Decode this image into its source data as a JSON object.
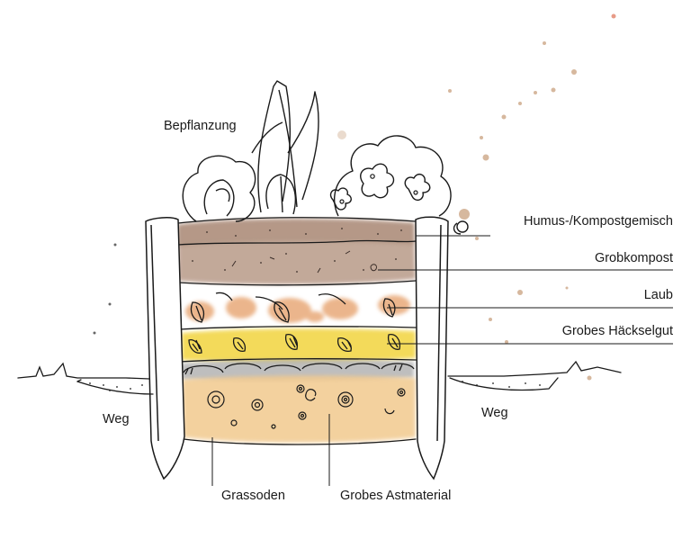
{
  "labels": {
    "planting": "Bepflanzung",
    "humus": "Humus-/Kompostgemisch",
    "coarse_compost": "Grobkompost",
    "leaves": "Laub",
    "wood_chips": "Grobes Häckselgut",
    "path_left": "Weg",
    "path_right": "Weg",
    "turf": "Grassoden",
    "branches": "Grobes Astmaterial"
  },
  "colors": {
    "ink": "#1a1a1a",
    "humus": "#b89a88",
    "coarse_compost": "#b59a8a",
    "leaves": "#e8a978",
    "wood_chips": "#f2d64a",
    "turf": "#a8a8a8",
    "branches": "#f1c98e",
    "splatter": "#c9a07e"
  },
  "icons": [
    "plant-leaf-icon",
    "flower-icon",
    "wooden-post-icon"
  ]
}
